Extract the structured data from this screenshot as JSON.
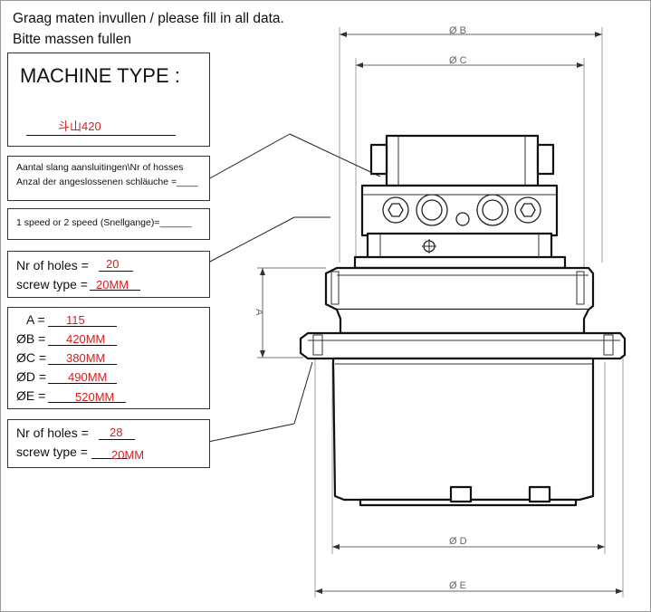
{
  "header": {
    "line1": "Graag maten invullen / please fill in all data.",
    "line2": "Bitte massen fullen"
  },
  "machine": {
    "label": "MACHINE TYPE :",
    "value": "斗山420"
  },
  "hoses": {
    "line1": "Aantal slang aansluitingen\\Nr of hosses",
    "line2": "Anzal der angeslossenen schläuche =____"
  },
  "speed": {
    "label": "1 speed or 2 speed (Snellgange)=______"
  },
  "upper_mount": {
    "holes_label": "Nr of holes =",
    "holes_value": "20",
    "screw_label": "screw type =",
    "screw_value": "20MM"
  },
  "dimensions": [
    {
      "label": "A =",
      "value": "115"
    },
    {
      "label": "ØB =",
      "value": "420MM"
    },
    {
      "label": "ØC =",
      "value": "380MM"
    },
    {
      "label": "ØD =",
      "value": "490MM"
    },
    {
      "label": "ØE =",
      "value": "520MM"
    }
  ],
  "lower_mount": {
    "holes_label": "Nr of holes =",
    "holes_value": "28",
    "screw_label": "screw type =",
    "screw_value": "20MM"
  },
  "drawing_labels": {
    "b": "Ø B",
    "c": "Ø C",
    "d": "Ø D",
    "e": "Ø E",
    "a": "A"
  }
}
